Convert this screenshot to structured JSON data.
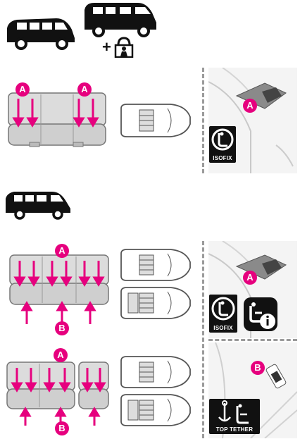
{
  "colors": {
    "accent": "#e6007e",
    "icon_bg": "#111111",
    "seat": "#d9d9d9",
    "seat_stroke": "#7a7a7a",
    "divider": "#9a9a9a"
  },
  "labels": {
    "anchor_a": "A",
    "anchor_b": "B",
    "isofix": "ISOFIX",
    "top_tether": "TOP TETHER",
    "plus": "+"
  },
  "icons": [
    "van-icon",
    "child-lock-icon",
    "isofix-icon",
    "i-size-icon",
    "top-tether-icon",
    "car-topview-icon",
    "seat-bench-icon",
    "anchor-closeup"
  ]
}
